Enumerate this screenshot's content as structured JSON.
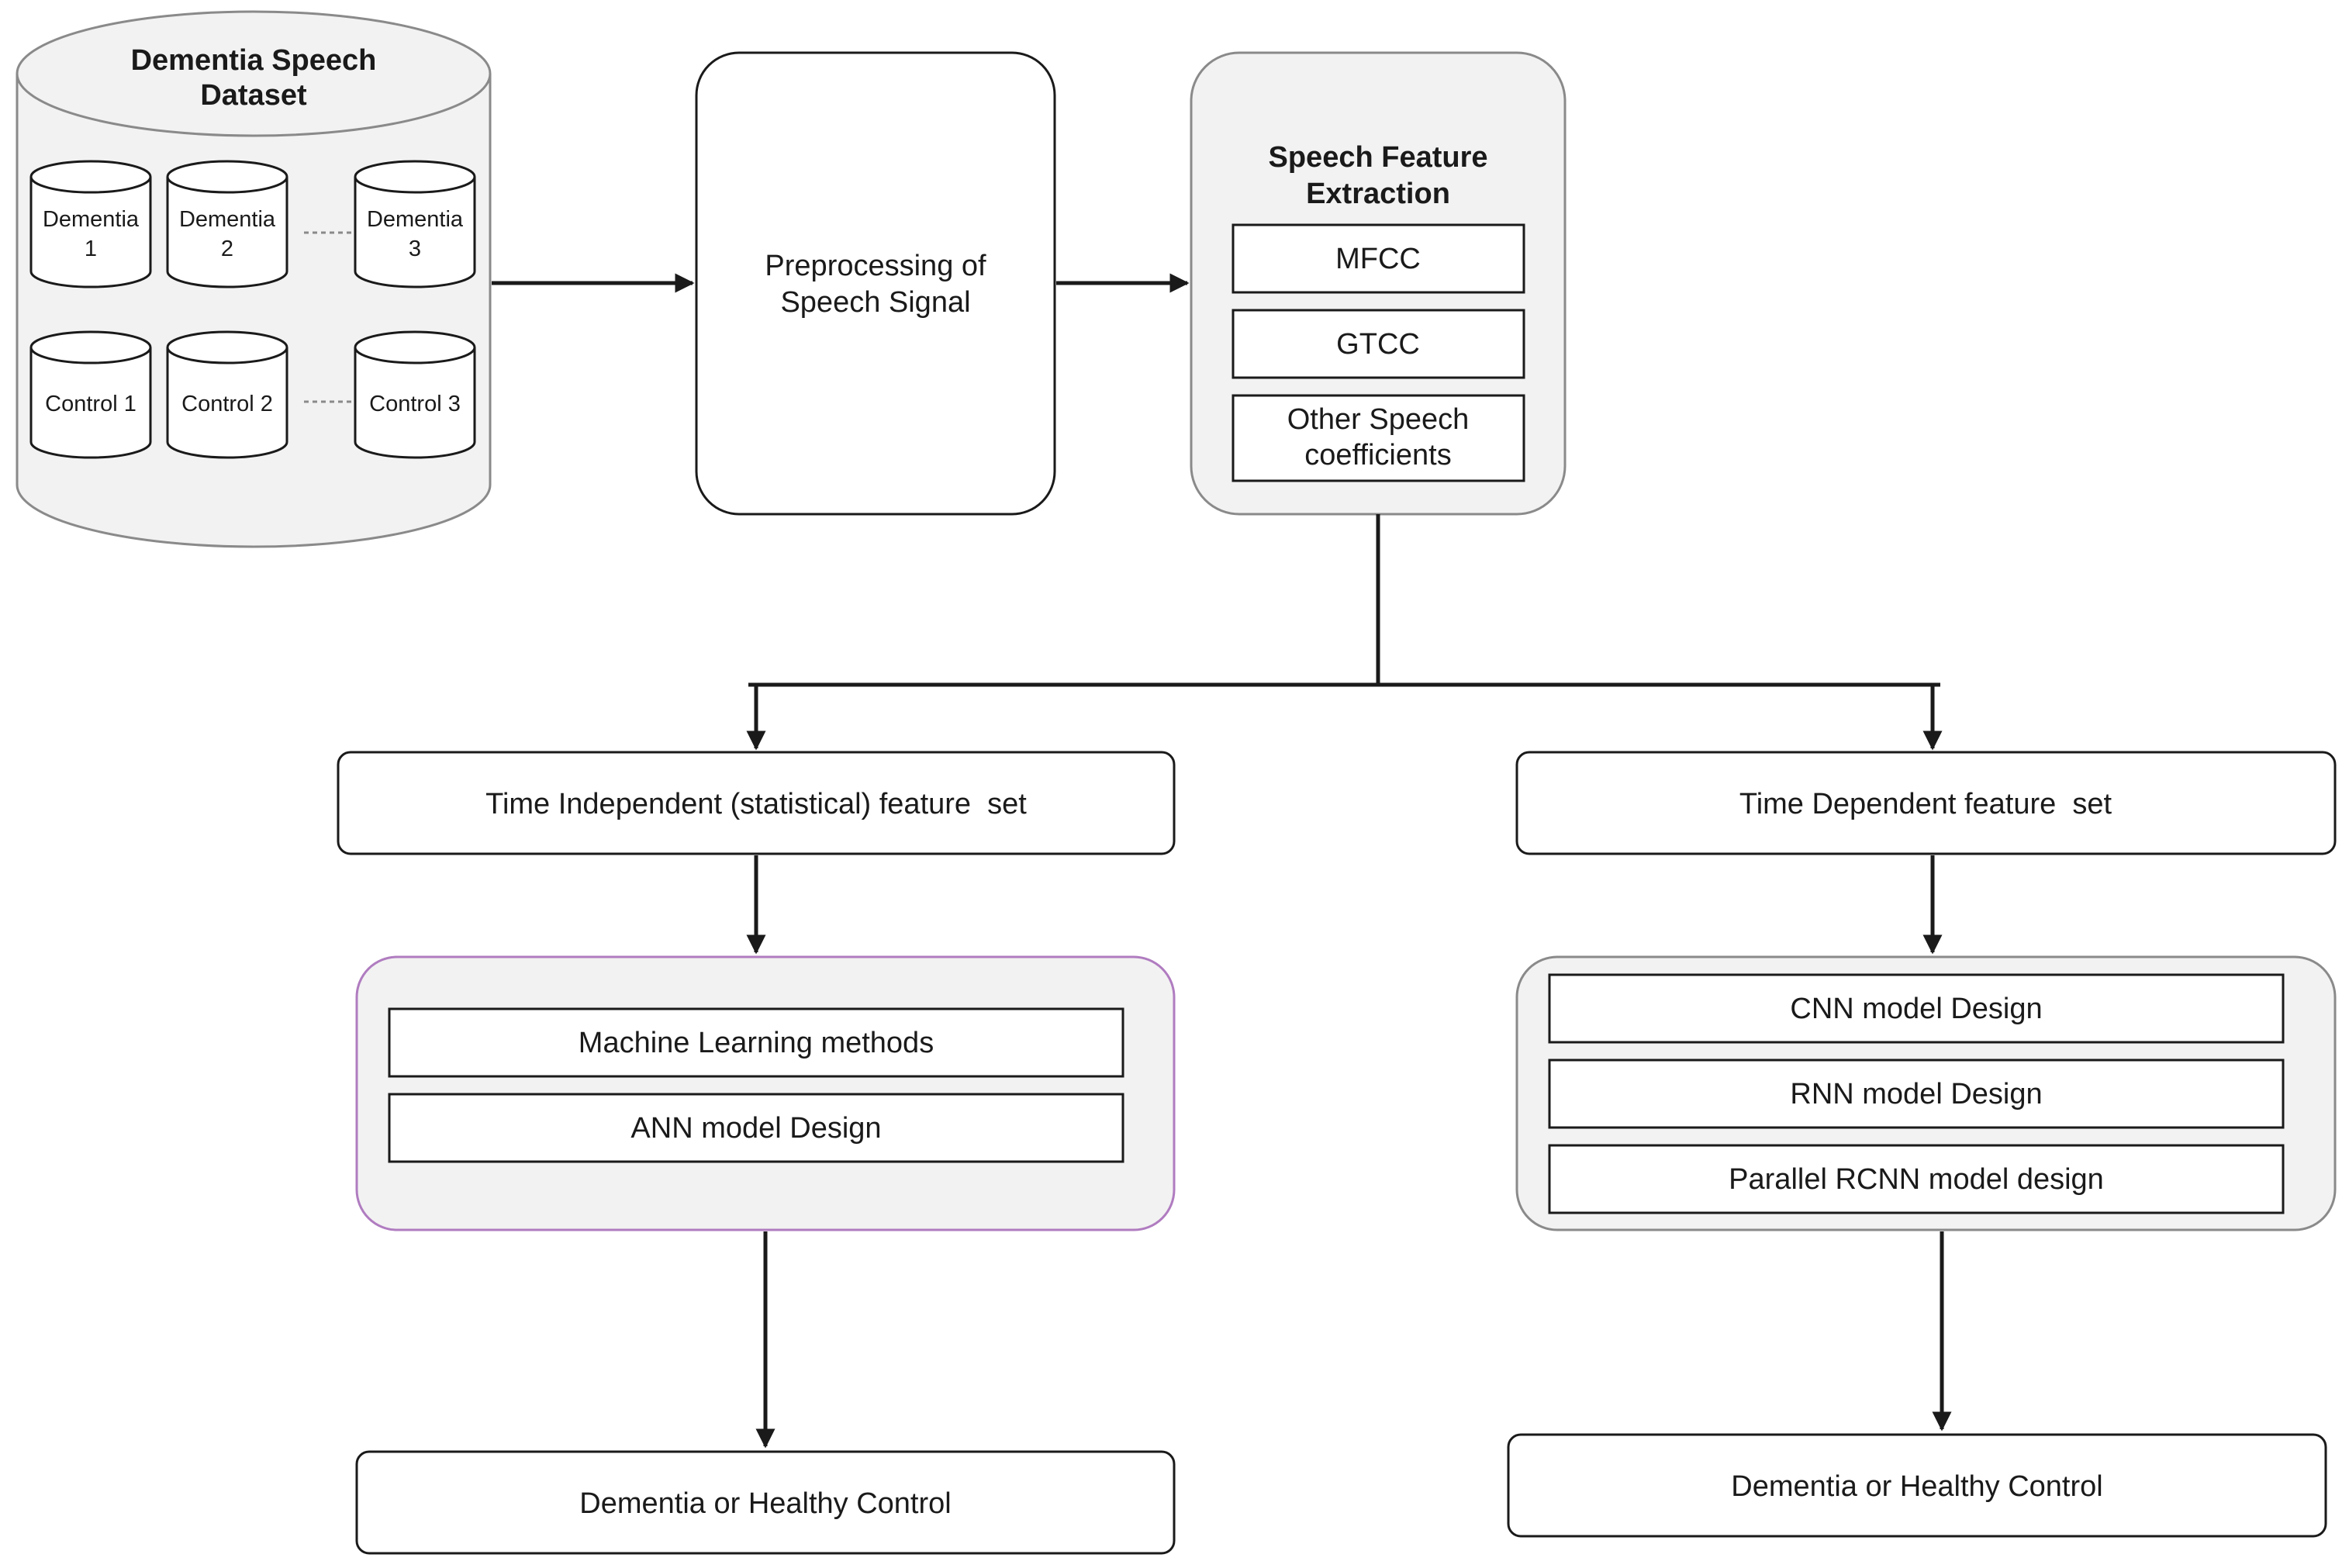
{
  "dataset": {
    "title_line1": "Dementia Speech",
    "title_line2": "Dataset",
    "dementia": [
      {
        "line1": "Dementia",
        "line2": "1"
      },
      {
        "line1": "Dementia",
        "line2": "2"
      },
      {
        "line1": "Dementia",
        "line2": "3"
      }
    ],
    "control": [
      {
        "label": "Control 1"
      },
      {
        "label": "Control 2"
      },
      {
        "label": "Control 3"
      }
    ]
  },
  "preprocessing": {
    "line1": "Preprocessing of",
    "line2": "Speech Signal"
  },
  "feature_extraction": {
    "title_line1": "Speech Feature",
    "title_line2": "Extraction",
    "items": [
      {
        "line1": "MFCC",
        "line2": ""
      },
      {
        "line1": "GTCC",
        "line2": ""
      },
      {
        "line1": "Other Speech",
        "line2": "coefficients"
      }
    ]
  },
  "left_branch": {
    "feature_set": "Time Independent (statistical) feature  set",
    "models": [
      {
        "label": "Machine Learning methods"
      },
      {
        "label": "ANN model Design"
      }
    ],
    "output": "Dementia or Healthy Control"
  },
  "right_branch": {
    "feature_set": "Time Dependent feature  set",
    "models": [
      {
        "label": "CNN model Design"
      },
      {
        "label": "RNN model Design"
      },
      {
        "label": "Parallel RCNN model design"
      }
    ],
    "output": "Dementia or Healthy Control"
  },
  "colors": {
    "stroke": "#1a1a1a",
    "group_fill": "#f2f2f2",
    "box_fill": "#ffffff",
    "ml_group_border": "#b07cc0"
  }
}
